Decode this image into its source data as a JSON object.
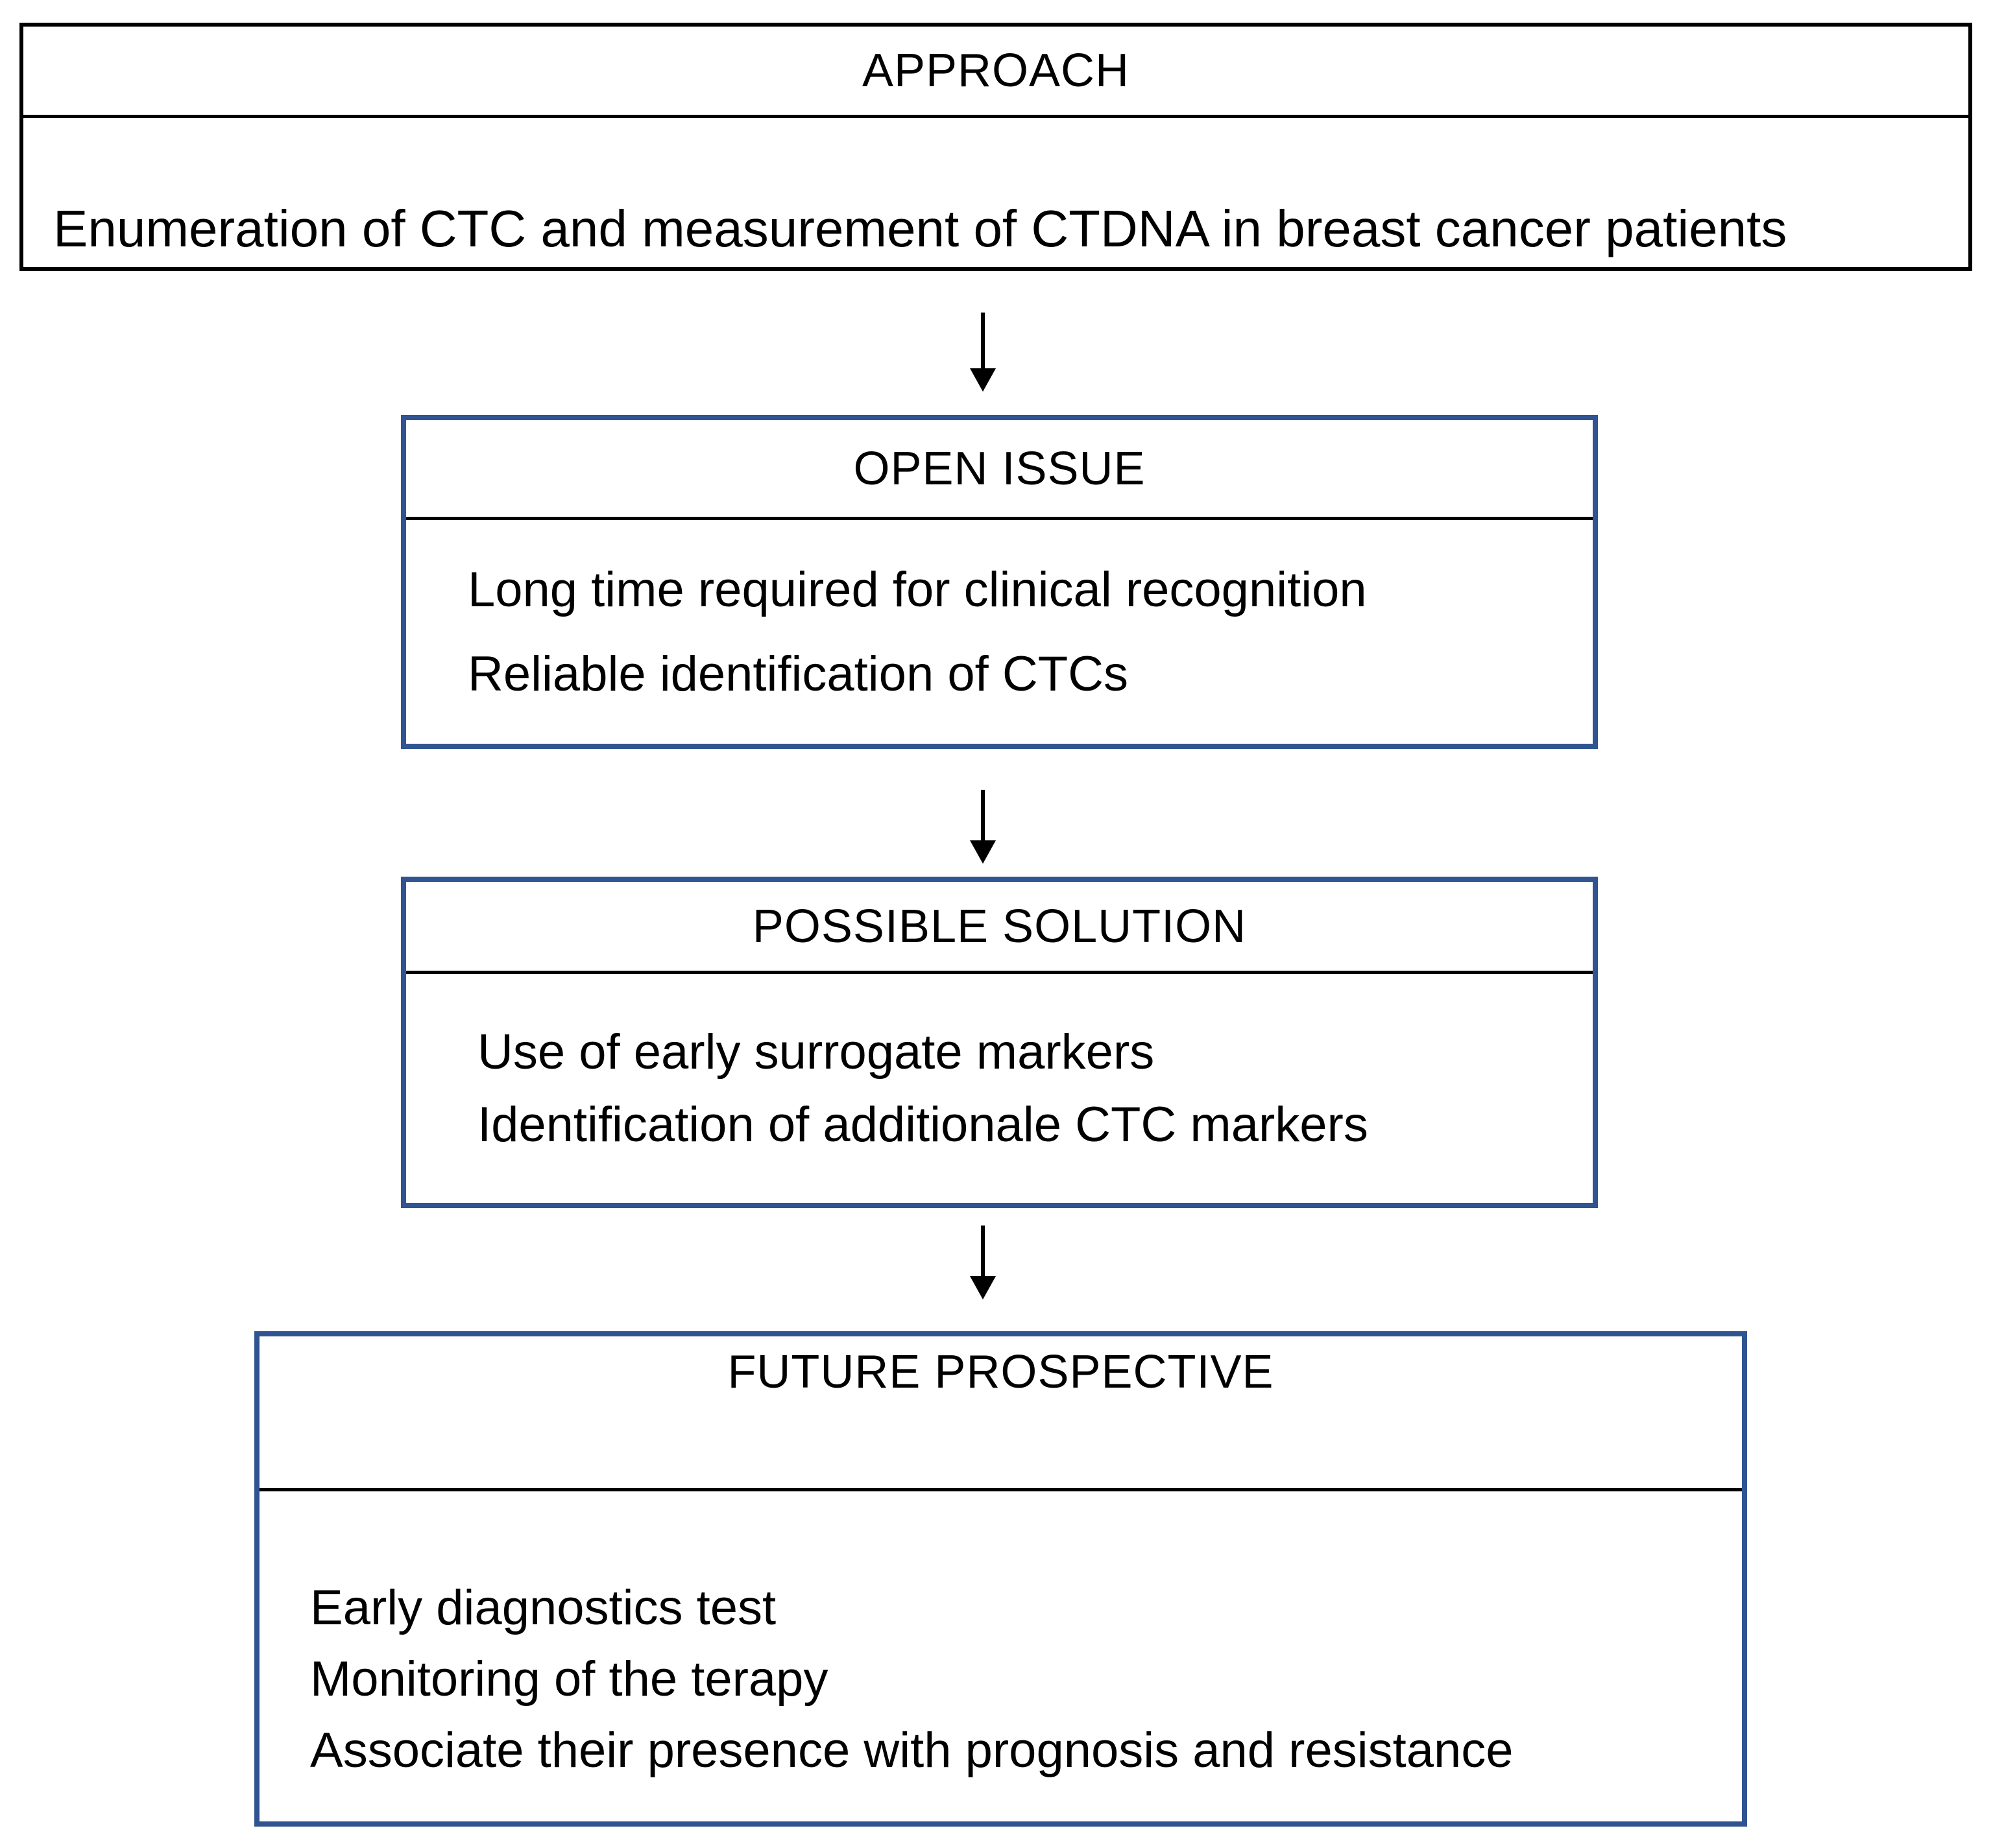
{
  "diagram": {
    "type": "flowchart",
    "direction": "top-down",
    "background_color": "#ffffff",
    "black_border_color": "#000000",
    "blue_border_color": "#2F5491",
    "arrow_color": "#000000",
    "boxes": [
      {
        "id": "approach",
        "title": "APPROACH",
        "border": "black",
        "lines": [
          "Enumeration of CTC and measurement of CTDNA in breast cancer patients"
        ]
      },
      {
        "id": "open-issue",
        "title": "OPEN ISSUE",
        "border": "blue",
        "lines": [
          "Long time required for clinical recognition",
          "Reliable identification of CTCs"
        ]
      },
      {
        "id": "possible-solution",
        "title": "POSSIBLE SOLUTION",
        "border": "blue",
        "lines": [
          "Use of early surrogate markers",
          "Identification of additionale CTC markers"
        ]
      },
      {
        "id": "future-prospective",
        "title": "FUTURE PROSPECTIVE",
        "border": "blue",
        "lines": [
          "Early diagnostics test",
          "Monitoring of the terapy",
          "Associate their presence with prognosis and resistance"
        ]
      }
    ],
    "connectors": [
      {
        "from": "approach",
        "to": "open-issue"
      },
      {
        "from": "open-issue",
        "to": "possible-solution"
      },
      {
        "from": "possible-solution",
        "to": "future-prospective"
      }
    ]
  }
}
